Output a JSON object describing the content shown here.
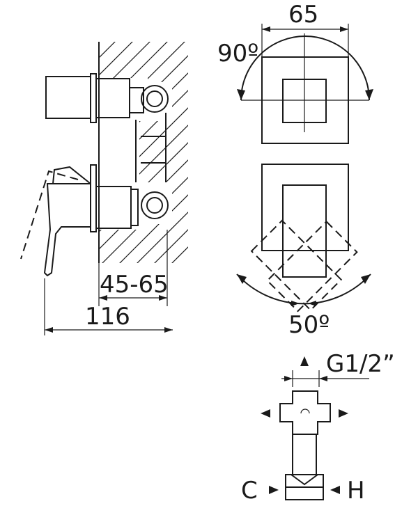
{
  "labels": {
    "width_top": "65",
    "rotation_top": "90º",
    "inset_depth": "45-65",
    "overall_depth": "116",
    "rotation_bottom": "50º",
    "thread": "G1/2”",
    "cold": "C",
    "hot": "H"
  }
}
